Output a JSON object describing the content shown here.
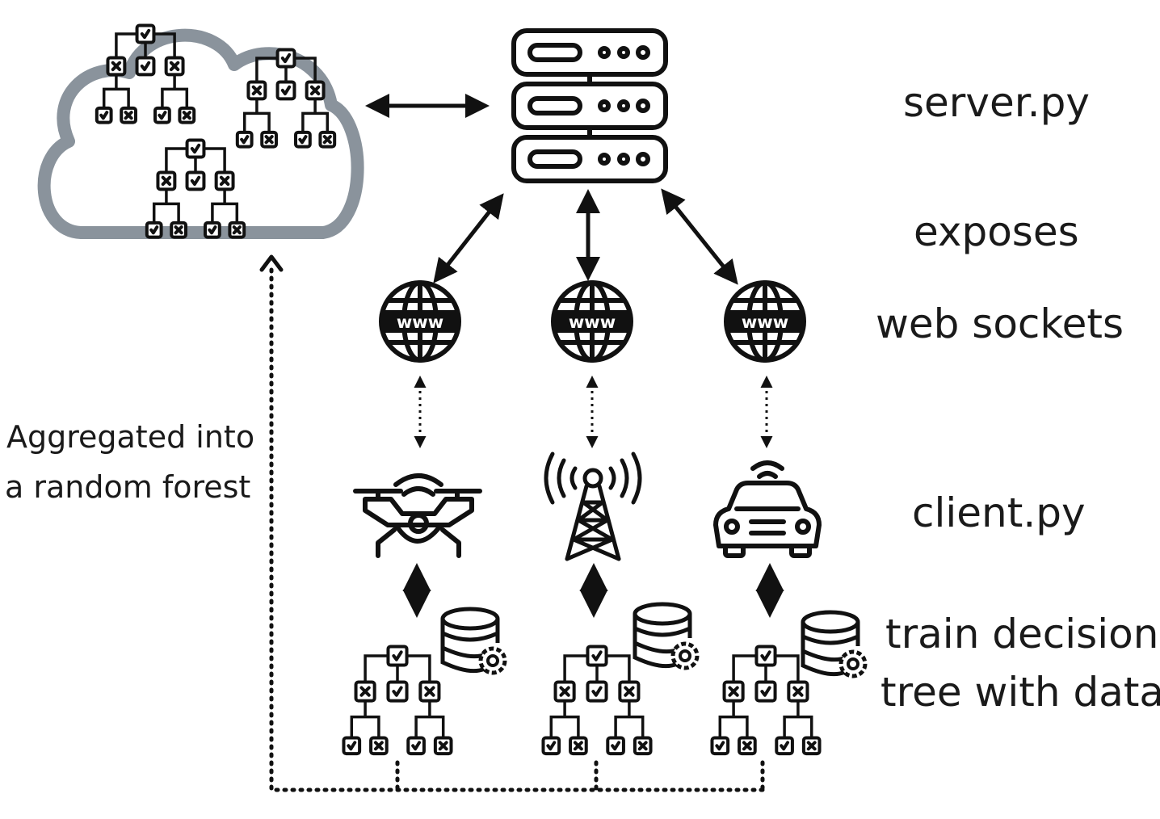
{
  "labels": {
    "server": "server.py",
    "exposes": "exposes",
    "web_sockets": "web sockets",
    "client": "client.py",
    "train_line1": "train decision",
    "train_line2": "tree with data",
    "aggregated_line1": "Aggregated into",
    "aggregated_line2": "a random forest"
  },
  "icons": {
    "globe_text": "www",
    "clients": [
      "drone-icon",
      "cell-tower-icon",
      "car-icon"
    ]
  },
  "colors": {
    "ink": "#111111",
    "cloud": "#8a939c",
    "background": "#ffffff"
  }
}
